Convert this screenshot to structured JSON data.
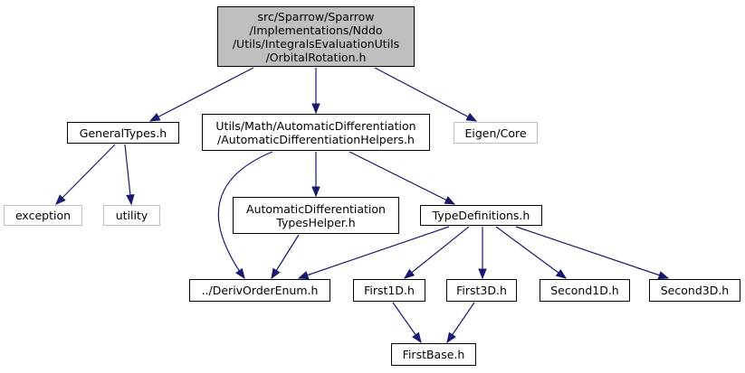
{
  "colors": {
    "edge": "#191970",
    "root_fill": "#bfbfbf",
    "border": "#000000",
    "external_border": "#bfbfbf"
  },
  "nodes": {
    "root": {
      "lines": [
        "src/Sparrow/Sparrow",
        "/Implementations/Nddo",
        "/Utils/IntegralsEvaluationUtils",
        "/OrbitalRotation.h"
      ]
    },
    "general_types": {
      "lines": [
        "GeneralTypes.h"
      ]
    },
    "auto_diff_helpers": {
      "lines": [
        "Utils/Math/AutomaticDifferentiation",
        "/AutomaticDifferentiationHelpers.h"
      ]
    },
    "eigen_core": {
      "lines": [
        "Eigen/Core"
      ]
    },
    "exception": {
      "lines": [
        "exception"
      ]
    },
    "utility": {
      "lines": [
        "utility"
      ]
    },
    "auto_diff_types_helper": {
      "lines": [
        "AutomaticDifferentiation",
        "TypesHelper.h"
      ]
    },
    "type_definitions": {
      "lines": [
        "TypeDefinitions.h"
      ]
    },
    "deriv_order_enum": {
      "lines": [
        "../DerivOrderEnum.h"
      ]
    },
    "first1d": {
      "lines": [
        "First1D.h"
      ]
    },
    "first3d": {
      "lines": [
        "First3D.h"
      ]
    },
    "second1d": {
      "lines": [
        "Second1D.h"
      ]
    },
    "second3d": {
      "lines": [
        "Second3D.h"
      ]
    },
    "first_base": {
      "lines": [
        "FirstBase.h"
      ]
    }
  },
  "edges": [
    [
      "root",
      "general_types"
    ],
    [
      "root",
      "auto_diff_helpers"
    ],
    [
      "root",
      "eigen_core"
    ],
    [
      "general_types",
      "exception"
    ],
    [
      "general_types",
      "utility"
    ],
    [
      "auto_diff_helpers",
      "deriv_order_enum"
    ],
    [
      "auto_diff_helpers",
      "auto_diff_types_helper"
    ],
    [
      "auto_diff_helpers",
      "type_definitions"
    ],
    [
      "auto_diff_types_helper",
      "deriv_order_enum"
    ],
    [
      "type_definitions",
      "deriv_order_enum"
    ],
    [
      "type_definitions",
      "first1d"
    ],
    [
      "type_definitions",
      "first3d"
    ],
    [
      "type_definitions",
      "second1d"
    ],
    [
      "type_definitions",
      "second3d"
    ],
    [
      "first1d",
      "first_base"
    ],
    [
      "first3d",
      "first_base"
    ]
  ]
}
